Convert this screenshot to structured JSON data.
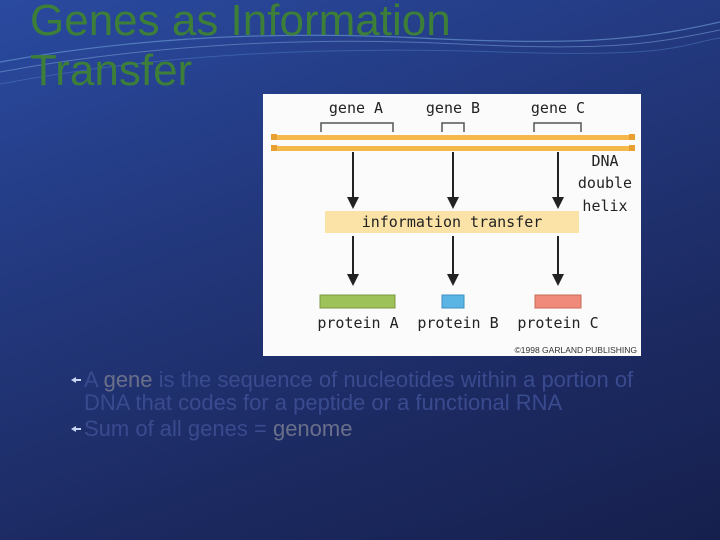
{
  "slide": {
    "title_line1": "Genes as Information",
    "title_line2": "Transfer"
  },
  "diagram": {
    "genes": [
      "gene A",
      "gene B",
      "gene C"
    ],
    "dna_label": [
      "DNA",
      "double",
      "helix"
    ],
    "transfer_label": "information transfer",
    "proteins": [
      "protein A",
      "protein B",
      "protein C"
    ],
    "protein_colors": [
      "#9dc25a",
      "#5ab4e4",
      "#f08a7a"
    ],
    "copyright": "©1998 GARLAND PUBLISHING"
  },
  "bullets": [
    {
      "prefix": "A ",
      "term": "gene",
      "suffix": " is the sequence of nucleotides within a portion of DNA that codes for a peptide or a functional RNA"
    },
    {
      "prefix": "Sum of all genes = ",
      "term": "genome",
      "suffix": ""
    }
  ],
  "colors": {
    "title": "#3d7f38",
    "bullet_text": "#3a4a8e",
    "dna": "#f5b84a",
    "transfer_band": "#fbe3a8"
  }
}
